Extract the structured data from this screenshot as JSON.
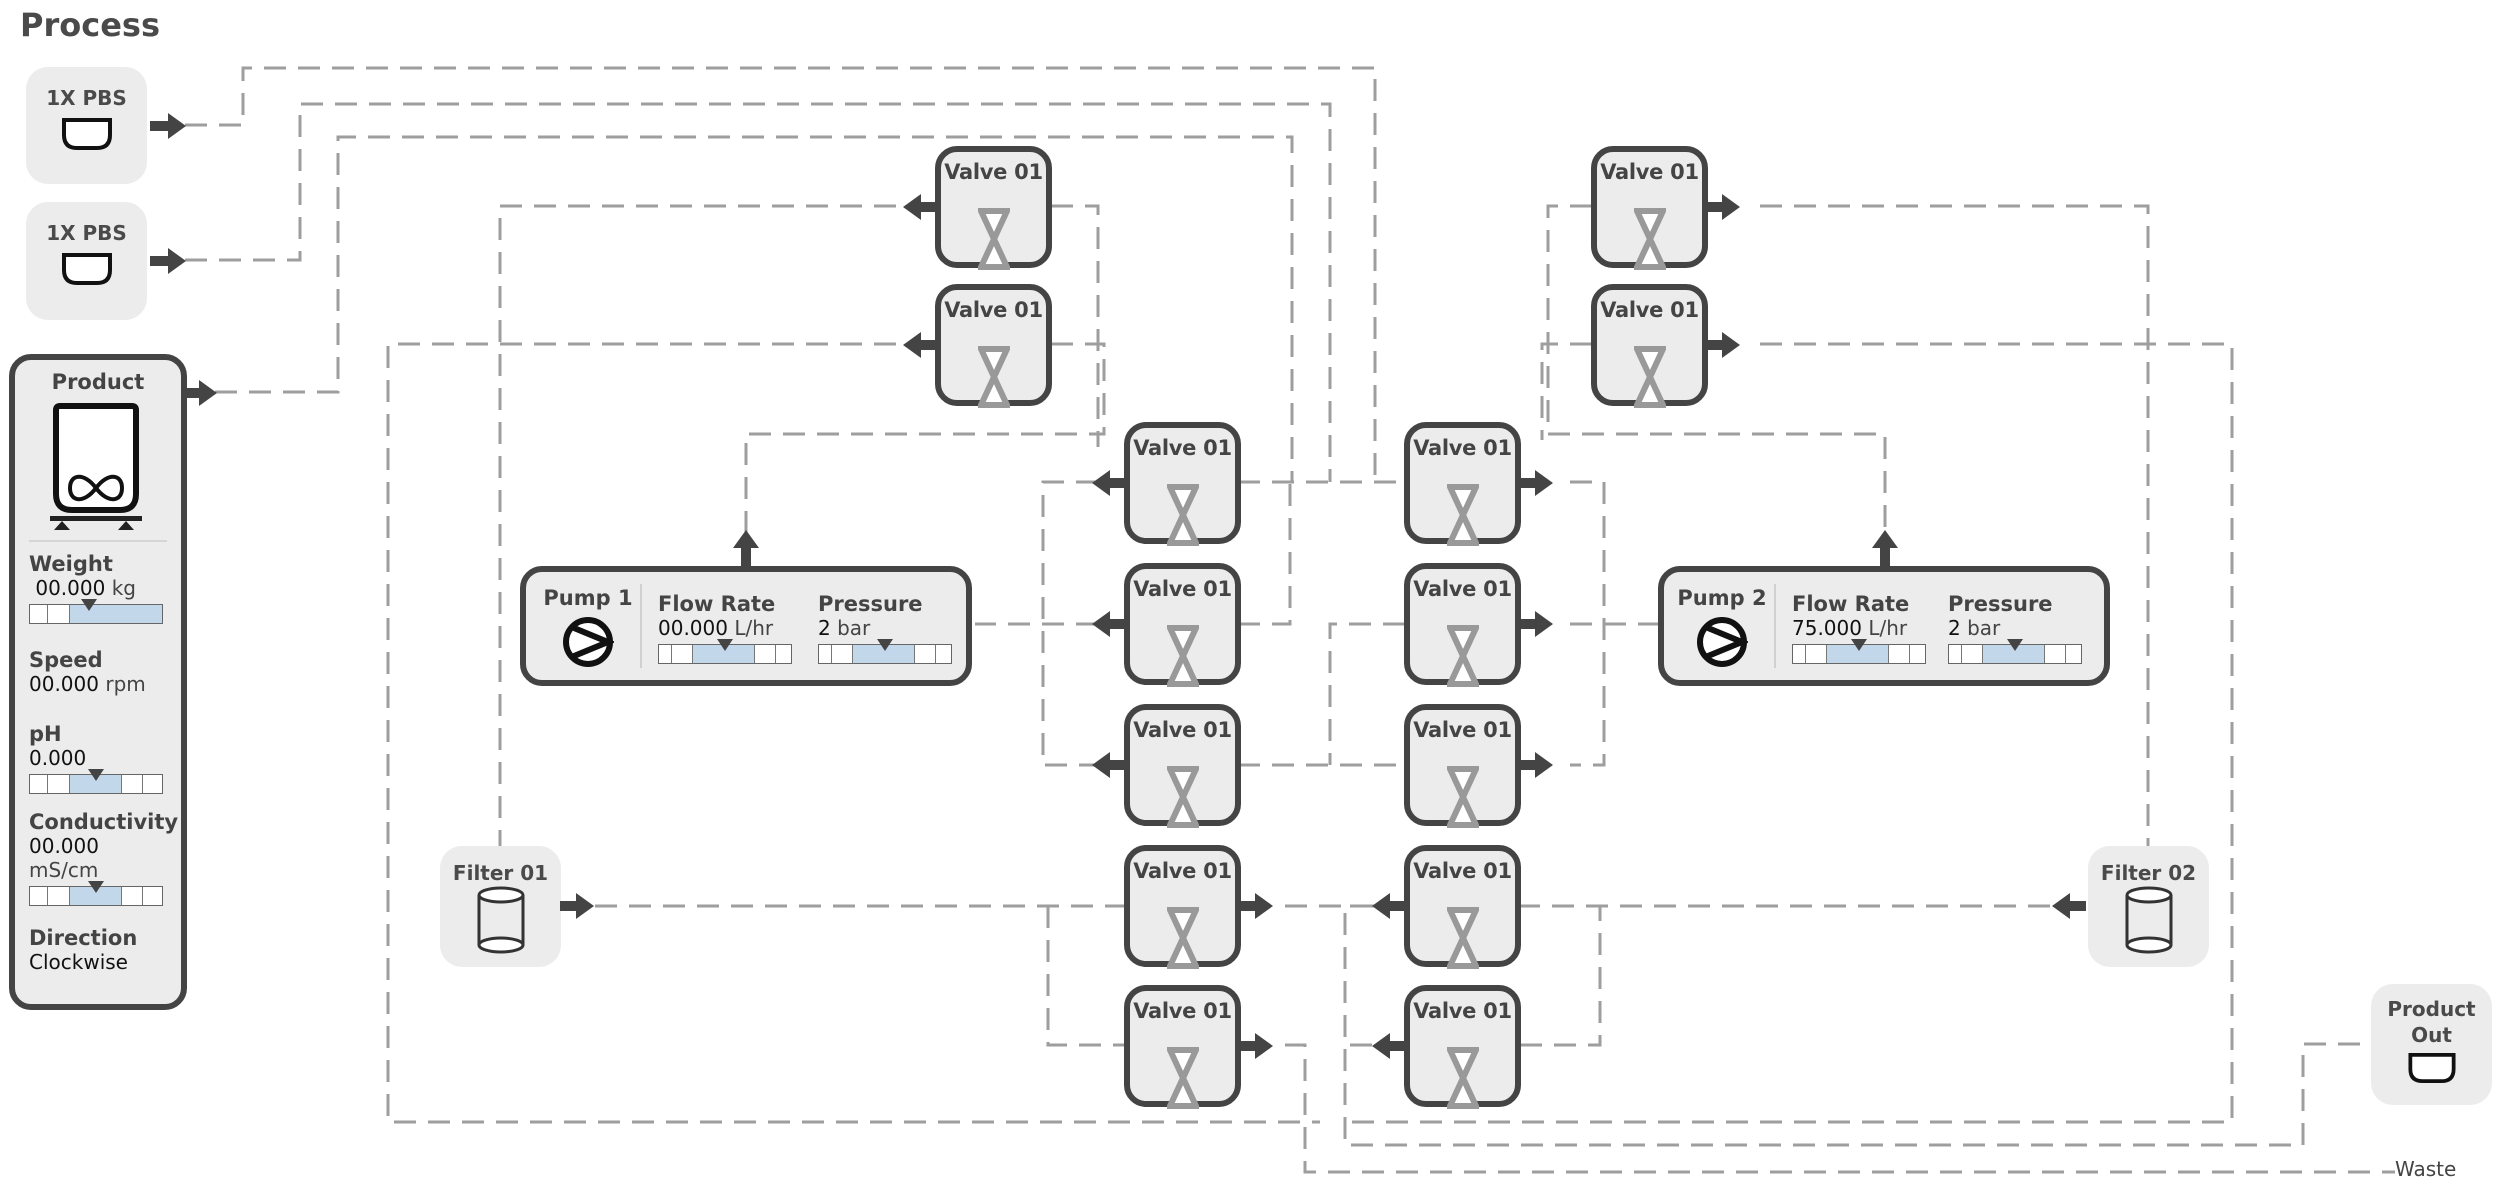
{
  "page": {
    "title": "Process"
  },
  "sources": [
    {
      "label": "1X PBS",
      "icon": "vessel-icon"
    },
    {
      "label": "1X PBS",
      "icon": "vessel-icon"
    }
  ],
  "product": {
    "label": "Product",
    "icon": "mixing-tank-icon",
    "weight": {
      "label": "Weight",
      "value": "00.000",
      "unit": "kg",
      "gauge_position": 0.45
    },
    "speed": {
      "label": "Speed",
      "value": "00.000",
      "unit": "rpm"
    },
    "ph": {
      "label": "pH",
      "value": "0.000",
      "gauge_position": 0.5
    },
    "conductivity": {
      "label": "Conductivity",
      "value": "00.000",
      "unit": "mS/cm",
      "gauge_position": 0.5
    },
    "direction": {
      "label": "Direction",
      "value": "Clockwise"
    }
  },
  "valves": {
    "top_left": [
      {
        "label": "Valve 01",
        "state": "closed"
      },
      {
        "label": "Valve 01",
        "state": "closed"
      }
    ],
    "top_right": [
      {
        "label": "Valve 01",
        "state": "closed"
      },
      {
        "label": "Valve 01",
        "state": "closed"
      }
    ],
    "center_left": [
      {
        "label": "Valve 01"
      },
      {
        "label": "Valve 01"
      },
      {
        "label": "Valve 01"
      },
      {
        "label": "Valve 01"
      },
      {
        "label": "Valve 01"
      }
    ],
    "center_right": [
      {
        "label": "Valve 01"
      },
      {
        "label": "Valve 01"
      },
      {
        "label": "Valve 01"
      },
      {
        "label": "Valve 01"
      },
      {
        "label": "Valve 01"
      }
    ]
  },
  "pumps": [
    {
      "label": "Pump 1",
      "flow_label": "Flow Rate",
      "flow_value": "00.000",
      "flow_unit": "L/hr",
      "flow_gauge_position": 0.5,
      "pressure_label": "Pressure",
      "pressure_value": "2",
      "pressure_unit": "bar",
      "pressure_gauge_position": 0.5
    },
    {
      "label": "Pump 2",
      "flow_label": "Flow Rate",
      "flow_value": "75.000",
      "flow_unit": "L/hr",
      "flow_gauge_position": 0.5,
      "pressure_label": "Pressure",
      "pressure_value": "2",
      "pressure_unit": "bar",
      "pressure_gauge_position": 0.5
    }
  ],
  "filters": [
    {
      "label": "Filter 01"
    },
    {
      "label": "Filter 02"
    }
  ],
  "outputs": {
    "product_out": "Product\nOut",
    "product_out_line1": "Product",
    "product_out_line2": "Out",
    "waste": "Waste"
  },
  "colors": {
    "pipe": "#9a9a9a",
    "border": "#444444",
    "tile": "#ececec",
    "gauge_fill": "#c3d7ea"
  }
}
